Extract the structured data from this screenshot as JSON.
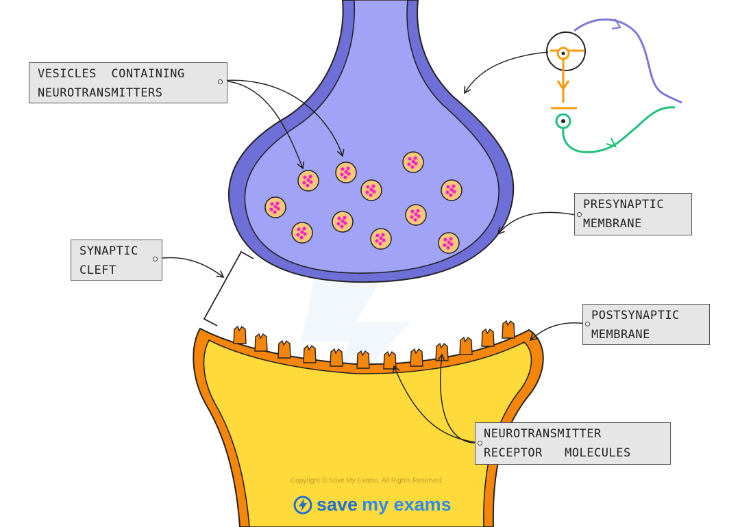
{
  "labels": {
    "vesicles": [
      "VESICLES  CONTAINING",
      "NEUROTRANSMITTERS"
    ],
    "presynaptic": [
      "PRESYNAPTIC",
      "MEMBRANE"
    ],
    "synaptic_cleft": [
      "SYNAPTIC",
      "CLEFT"
    ],
    "postsynaptic": [
      "POSTSYNAPTIC",
      "MEMBRANE"
    ],
    "receptor": [
      "NEUROTRANSMITTER",
      "RECEPTOR   MOLECULES"
    ]
  },
  "watermark": {
    "copyright": "Copyright © Save My Exams. All Rights Reserved",
    "logo_part1": "save",
    "logo_part2": "my exams"
  },
  "colors": {
    "presynaptic_fill": "#a1a3f7",
    "presynaptic_membrane": "#6f6fd8",
    "postsynaptic_fill": "#fedb3a",
    "postsynaptic_membrane": "#f5860a",
    "vesicle_fill": "#f9c97b",
    "neurotransmitter_dot": "#ff1ec8",
    "inset_neuron_1": "#7b78d8",
    "inset_neuron_2": "#f59b0a",
    "inset_neuron_3": "#20c07a"
  }
}
